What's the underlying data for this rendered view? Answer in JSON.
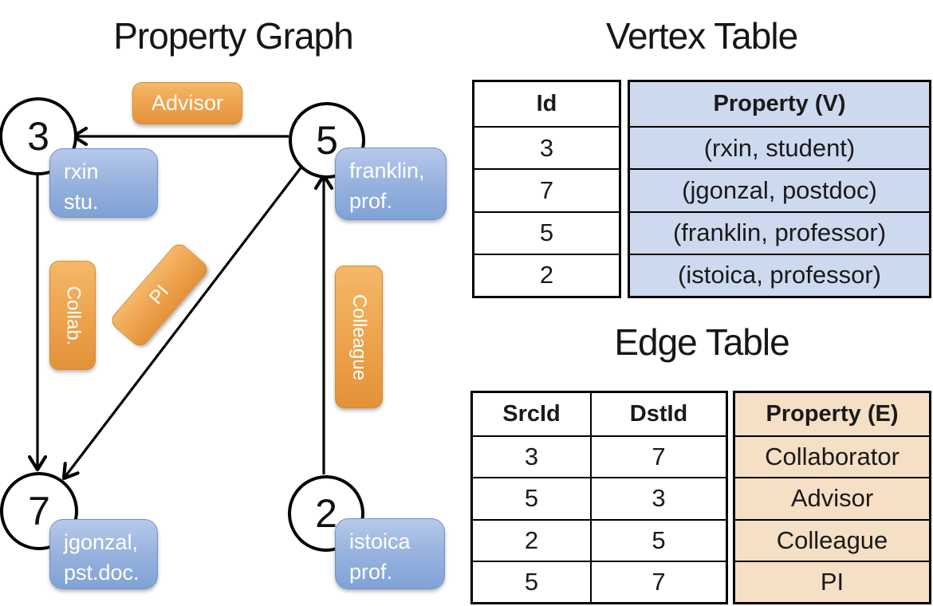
{
  "graph": {
    "title": "Property Graph",
    "nodes": [
      {
        "id": "3",
        "label_lines": [
          "rxin",
          "stu."
        ]
      },
      {
        "id": "5",
        "label_lines": [
          "franklin,",
          "prof."
        ]
      },
      {
        "id": "7",
        "label_lines": [
          "jgonzal,",
          "pst.doc."
        ]
      },
      {
        "id": "2",
        "label_lines": [
          "istoica",
          "prof."
        ]
      }
    ],
    "edge_labels": {
      "advisor": "Advisor",
      "collab": "Collab.",
      "pi": "PI",
      "colleague": "Colleague"
    },
    "edges": [
      {
        "from": "5",
        "to": "3",
        "label": "Advisor"
      },
      {
        "from": "3",
        "to": "7",
        "label": "Collab."
      },
      {
        "from": "5",
        "to": "7",
        "label": "PI"
      },
      {
        "from": "2",
        "to": "5",
        "label": "Colleague"
      }
    ]
  },
  "vertex_table": {
    "title": "Vertex Table",
    "columns": {
      "id": "Id",
      "property": "Property (V)"
    },
    "rows": [
      {
        "id": "3",
        "property": "(rxin, student)"
      },
      {
        "id": "7",
        "property": "(jgonzal, postdoc)"
      },
      {
        "id": "5",
        "property": "(franklin, professor)"
      },
      {
        "id": "2",
        "property": "(istoica, professor)"
      }
    ]
  },
  "edge_table": {
    "title": "Edge Table",
    "columns": {
      "src": "SrcId",
      "dst": "DstId",
      "property": "Property (E)"
    },
    "rows": [
      {
        "src": "3",
        "dst": "7",
        "property": "Collaborator"
      },
      {
        "src": "5",
        "dst": "3",
        "property": "Advisor"
      },
      {
        "src": "2",
        "dst": "5",
        "property": "Colleague"
      },
      {
        "src": "5",
        "dst": "7",
        "property": "PI"
      }
    ]
  },
  "colors": {
    "edge_stroke": "#000000",
    "node_fill": "#ffffff",
    "edge_label_orange": "#eda24b",
    "vertex_property_blue": "#cdd9ee",
    "edge_property_tan": "#f5dfc5",
    "box_blue": "#97b2de"
  }
}
